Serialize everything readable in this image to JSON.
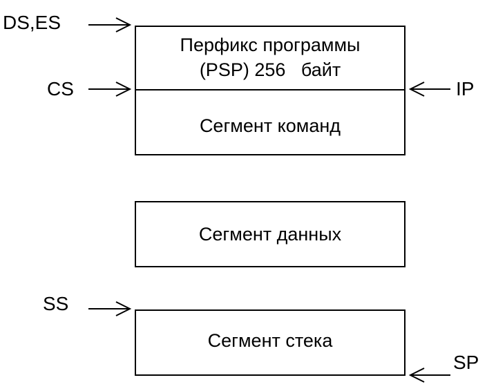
{
  "segments": {
    "code": {
      "psp_line1": "Перфикс программы",
      "psp_line2": "(PSP) 256   байт",
      "label": "Сегмент команд"
    },
    "data": {
      "label": "Сегмент данных"
    },
    "stack": {
      "label": "Сегмент стека"
    }
  },
  "registers": {
    "ds_es": "DS,ES",
    "cs": "CS",
    "ip": "IP",
    "ss": "SS",
    "sp": "SP"
  },
  "colors": {
    "stroke": "#000000",
    "background": "#ffffff"
  }
}
